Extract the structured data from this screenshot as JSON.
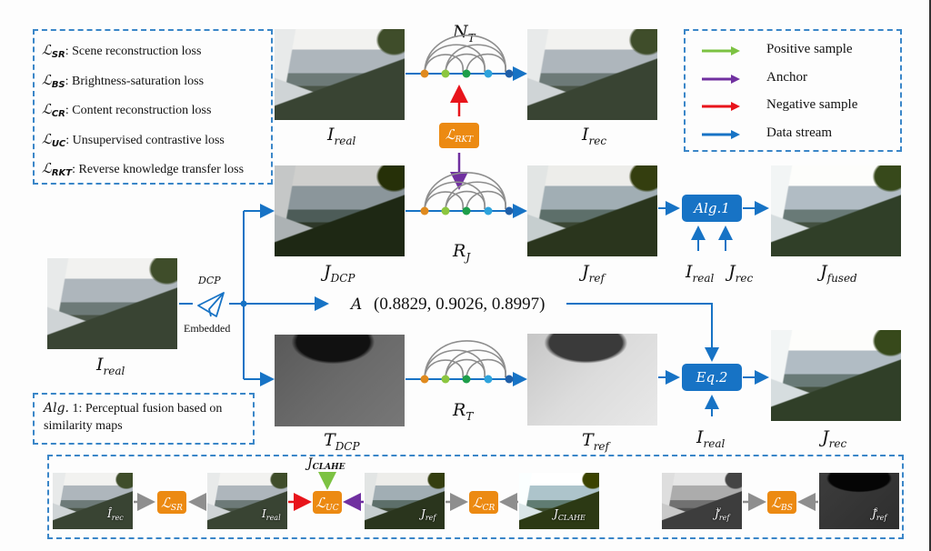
{
  "loss_legend": [
    {
      "symbol": "ℒ",
      "sub": "SR",
      "desc": ": Scene reconstruction loss"
    },
    {
      "symbol": "ℒ",
      "sub": "BS",
      "desc": ": Brightness-saturation loss"
    },
    {
      "symbol": "ℒ",
      "sub": "CR",
      "desc": ": Content reconstruction loss"
    },
    {
      "symbol": "ℒ",
      "sub": "UC",
      "desc": ": Unsupervised contrastive loss"
    },
    {
      "symbol": "ℒ",
      "sub": "RKT",
      "desc": ": Reverse knowledge transfer loss"
    }
  ],
  "arrow_legend": [
    {
      "label": "Positive sample",
      "color": "#7cc242"
    },
    {
      "label": "Anchor",
      "color": "#7030a0"
    },
    {
      "label": "Negative sample",
      "color": "#e8141b"
    },
    {
      "label": "Data stream",
      "color": "#1773c5"
    }
  ],
  "networks": {
    "top": {
      "main": "N",
      "sub": "T"
    },
    "middle": {
      "main": "R",
      "sub": "J"
    },
    "bottom": {
      "main": "R",
      "sub": "T"
    }
  },
  "node_colors": [
    "#e08a1e",
    "#8cc63f",
    "#1e9e4a",
    "#2ea3dc",
    "#1f5fa8"
  ],
  "images": {
    "input": {
      "main": "I",
      "sub": "real"
    },
    "top_in": {
      "main": "I",
      "sub": "real"
    },
    "top_out": {
      "main": "I",
      "sub": "rec"
    },
    "j_dcp": {
      "main": "J",
      "sub": "DCP"
    },
    "j_ref": {
      "main": "J",
      "sub": "ref"
    },
    "j_fused": {
      "main": "J",
      "sub": "fused"
    },
    "t_dcp": {
      "main": "T",
      "sub": "DCP"
    },
    "t_ref": {
      "main": "T",
      "sub": "ref"
    },
    "j_rec": {
      "main": "J",
      "sub": "rec"
    }
  },
  "rkt_loss": {
    "symbol": "ℒ",
    "sub": "RKT"
  },
  "dcp": {
    "label": "DCP",
    "caption": "Embedded",
    "icon": "paper-plane-icon"
  },
  "atmospheric": {
    "symbol": "A",
    "values": "(0.8829, 0.9026, 0.8997)"
  },
  "alg1": {
    "label": "Alg.1",
    "inputs": [
      {
        "main": "I",
        "sub": "real"
      },
      {
        "main": "J",
        "sub": "rec"
      }
    ]
  },
  "eq2": {
    "label": "Eq.2",
    "input": {
      "main": "I",
      "sub": "real"
    }
  },
  "alg_note": {
    "prefix": "Alg.",
    "text": " 1: Perceptual fusion based on similarity maps"
  },
  "bottom_panel": {
    "images": [
      {
        "main": "Î",
        "sub": "rec"
      },
      {
        "main": "I",
        "sub": "real"
      },
      {
        "main": "J",
        "sub": "ref"
      },
      {
        "main": "J",
        "sub": "CLAHE"
      },
      {
        "main": "J",
        "sub": "ref",
        "sup": "v"
      },
      {
        "main": "J",
        "sub": "ref",
        "sup": "s"
      }
    ],
    "losses": [
      {
        "symbol": "ℒ",
        "sub": "SR"
      },
      {
        "symbol": "ℒ",
        "sub": "UC"
      },
      {
        "symbol": "ℒ",
        "sub": "CR"
      },
      {
        "symbol": "ℒ",
        "sub": "BS"
      }
    ],
    "positive_input": {
      "main": "J",
      "sub": "CLAHE"
    }
  }
}
